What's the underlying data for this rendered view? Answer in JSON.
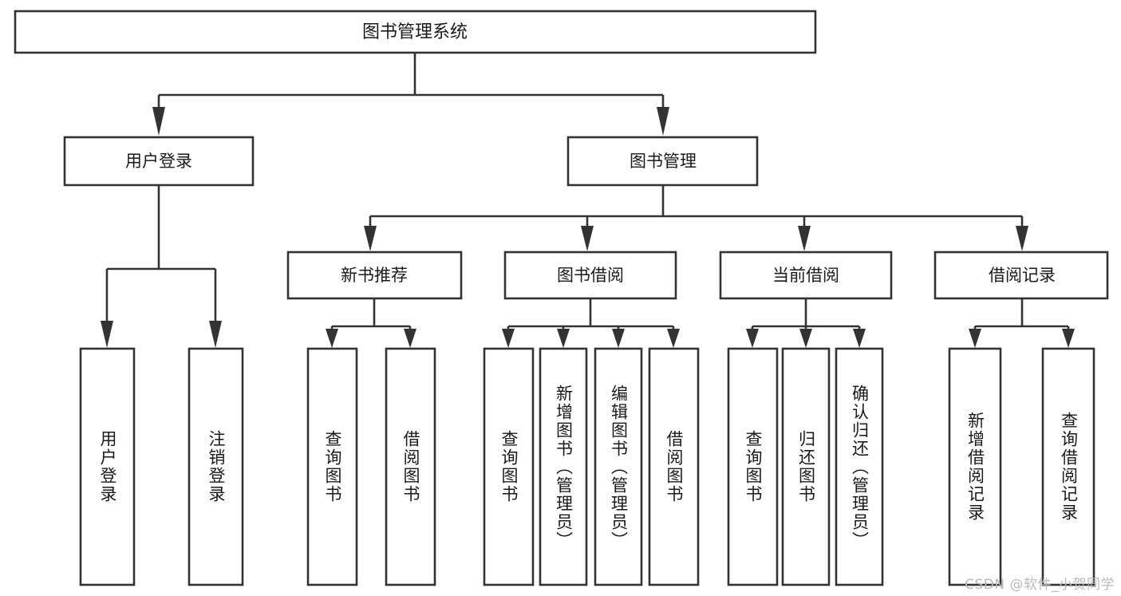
{
  "diagram": {
    "title": "图书管理系统",
    "type": "tree",
    "orientation": "top-down",
    "colors": {
      "background": "#ffffff",
      "box_fill": "#ffffff",
      "box_stroke": "#333333",
      "text": "#1a1a1a",
      "watermark": "#b9b9b9"
    },
    "root": {
      "label": "图书管理系统"
    },
    "level2": [
      {
        "id": "user-login",
        "label": "用户登录"
      },
      {
        "id": "book-manage",
        "label": "图书管理"
      }
    ],
    "level3": [
      {
        "id": "new-book-recommend",
        "label": "新书推荐",
        "parent": "book-manage"
      },
      {
        "id": "book-borrow",
        "label": "图书借阅",
        "parent": "book-manage"
      },
      {
        "id": "current-borrow",
        "label": "当前借阅",
        "parent": "book-manage"
      },
      {
        "id": "borrow-record",
        "label": "借阅记录",
        "parent": "book-manage"
      }
    ],
    "leaves": {
      "user-login": [
        {
          "id": "leaf-user-login",
          "label": "用户登录"
        },
        {
          "id": "leaf-user-logout",
          "label": "注销登录"
        }
      ],
      "new-book-recommend": [
        {
          "id": "leaf-query-book-1",
          "label": "查询图书"
        },
        {
          "id": "leaf-borrow-book-1",
          "label": "借阅图书"
        }
      ],
      "book-borrow": [
        {
          "id": "leaf-query-book-2",
          "label": "查询图书"
        },
        {
          "id": "leaf-add-book",
          "label": "新增图书（管理员）"
        },
        {
          "id": "leaf-edit-book",
          "label": "编辑图书（管理员）"
        },
        {
          "id": "leaf-borrow-book-2",
          "label": "借阅图书"
        }
      ],
      "current-borrow": [
        {
          "id": "leaf-query-book-3",
          "label": "查询图书"
        },
        {
          "id": "leaf-return-book",
          "label": "归还图书"
        },
        {
          "id": "leaf-confirm-return",
          "label": "确认归还（管理员）"
        }
      ],
      "borrow-record": [
        {
          "id": "leaf-add-record",
          "label": "新增借阅记录"
        },
        {
          "id": "leaf-query-record",
          "label": "查询借阅记录"
        }
      ]
    }
  },
  "watermark": {
    "text": "CSDN @软件_小贺同学"
  }
}
